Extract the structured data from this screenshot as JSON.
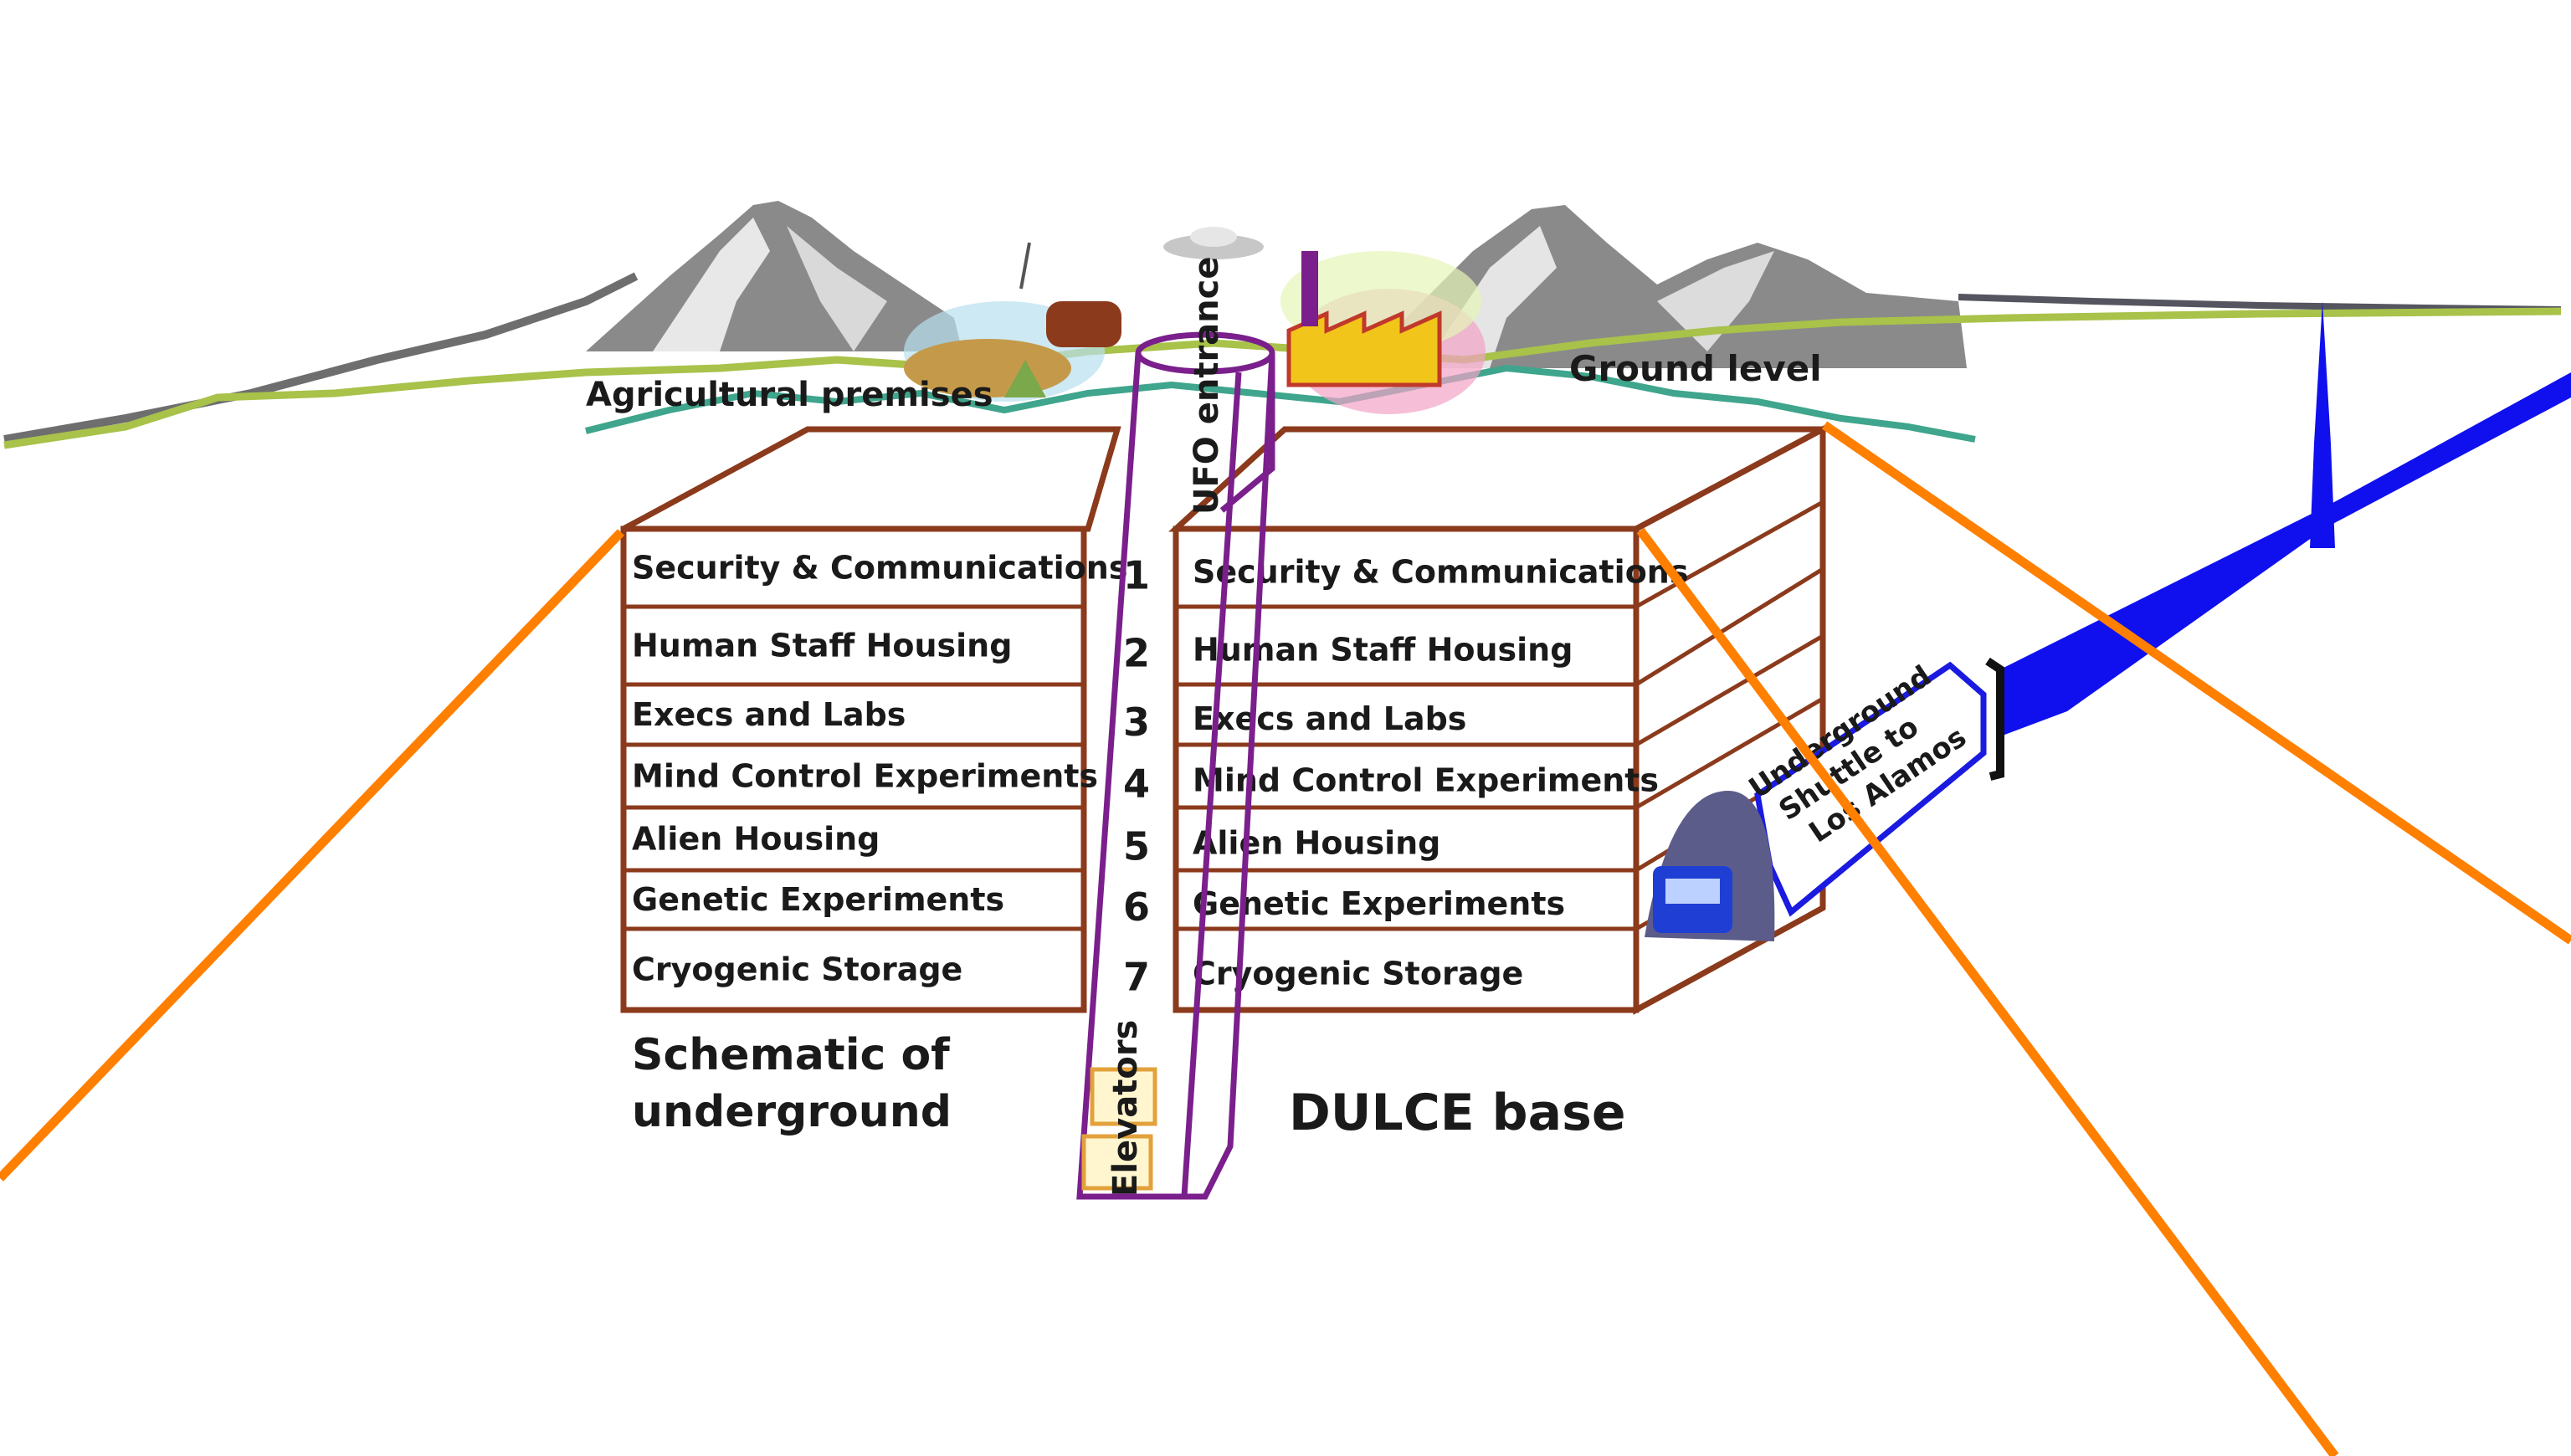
{
  "labels": {
    "agricultural": "Agricultural premises",
    "ground_level": "Ground level",
    "ufo_entrance": "UFO entrance",
    "elevators": "Elevators",
    "shuttle_line1": "Underground",
    "shuttle_line2": "Shuttle to",
    "shuttle_line3": "Los Alamos",
    "caption_left_1": "Schematic of",
    "caption_left_2": "underground",
    "caption_right": "DULCE base"
  },
  "levels": [
    {
      "number": "1",
      "name": "Security & Communications"
    },
    {
      "number": "2",
      "name": "Human Staff Housing"
    },
    {
      "number": "3",
      "name": "Execs and Labs"
    },
    {
      "number": "4",
      "name": "Mind Control Experiments"
    },
    {
      "number": "5",
      "name": "Alien Housing"
    },
    {
      "number": "6",
      "name": "Genetic Experiments"
    },
    {
      "number": "7",
      "name": "Cryogenic Storage"
    }
  ],
  "colors": {
    "box_outline": "#8b3a1c",
    "shaft": "#7a1f8c",
    "orange_lines": "#ff7f00",
    "tunnel_blue": "#1010ee",
    "ground_green": "#a8c24a",
    "ground_teal": "#3fa58c",
    "mountains": "#6e6e6e"
  }
}
